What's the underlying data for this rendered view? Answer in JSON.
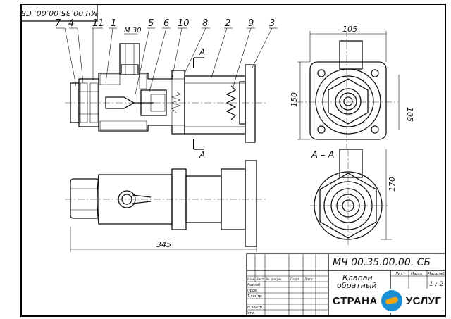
{
  "drawing": {
    "rotated_code": "МЧ 00.35.00.00. СБ",
    "part_labels": [
      "7",
      "4",
      "11",
      "1",
      "5",
      "6",
      "10",
      "8",
      "2",
      "9",
      "3"
    ],
    "angle_label": "М 30",
    "section_mark": "А",
    "section_title": "А – А",
    "dimensions": {
      "width_top": "105",
      "height_left": "150",
      "height_right": "105",
      "height_section": "170",
      "length_total": "345"
    }
  },
  "title_block": {
    "code": "МЧ 00.35.00.00. СБ",
    "name_line1": "Клапан",
    "name_line2": "обратный",
    "col_headers": [
      "Изм",
      "Лист",
      "№ докум.",
      "Подп.",
      "Дата"
    ],
    "row_labels": [
      "Разраб.",
      "Пров.",
      "Т.контр.",
      "Н.контр.",
      "Утв."
    ],
    "stage_headers": [
      "Лит.",
      "Масса",
      "Масштаб"
    ],
    "scale": "1 : 2"
  },
  "watermark": {
    "left": "СТРАНА",
    "right": "УСЛУГ"
  },
  "colors": {
    "line": "#111111",
    "logo_blue": "#1a8fd6",
    "logo_orange": "#f6a21a"
  }
}
